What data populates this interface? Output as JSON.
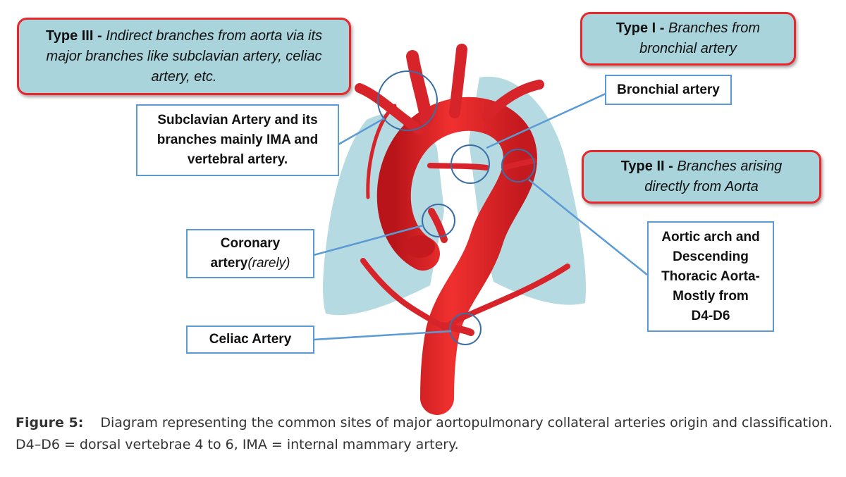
{
  "type_boxes": {
    "type3": {
      "name": "Type III",
      "sep": " - ",
      "desc_line1": "Indirect branches from aorta via its",
      "desc_line2": "major branches like subclavian artery, celiac",
      "desc_line3": "artery, etc."
    },
    "type1": {
      "name": "Type I",
      "sep": " - ",
      "desc_line1": "Branches from",
      "desc_line2": "bronchial artery"
    },
    "type2": {
      "name": "Type II",
      "sep": " - ",
      "desc_line1": "Branches arising",
      "desc_line2": "directly from Aorta"
    }
  },
  "labels": {
    "subclavian": {
      "line1": "Subclavian Artery and its",
      "line2": "branches mainly IMA and",
      "line3": "vertebral artery."
    },
    "bronchial": "Bronchial artery",
    "coronary": {
      "line1": "Coronary",
      "line2": "artery",
      "note": "(rarely)"
    },
    "celiac": "Celiac Artery",
    "aortic": {
      "line1": "Aortic arch and",
      "line2": "Descending",
      "line3": "Thoracic Aorta-",
      "line4": "Mostly from",
      "line5": "D4-D6"
    }
  },
  "caption": {
    "figure_label": "Figure 5:",
    "text": "Diagram representing the common sites of major aortopulmonary collateral arteries origin and classification.",
    "line2": "D4–D6 = dorsal vertebrae 4 to 6, IMA = internal mammary artery."
  },
  "colors": {
    "aorta": "#e8262c",
    "lung": "#a9d4dc",
    "label_border": "#5b9bd5",
    "type_border": "#e8262c"
  }
}
